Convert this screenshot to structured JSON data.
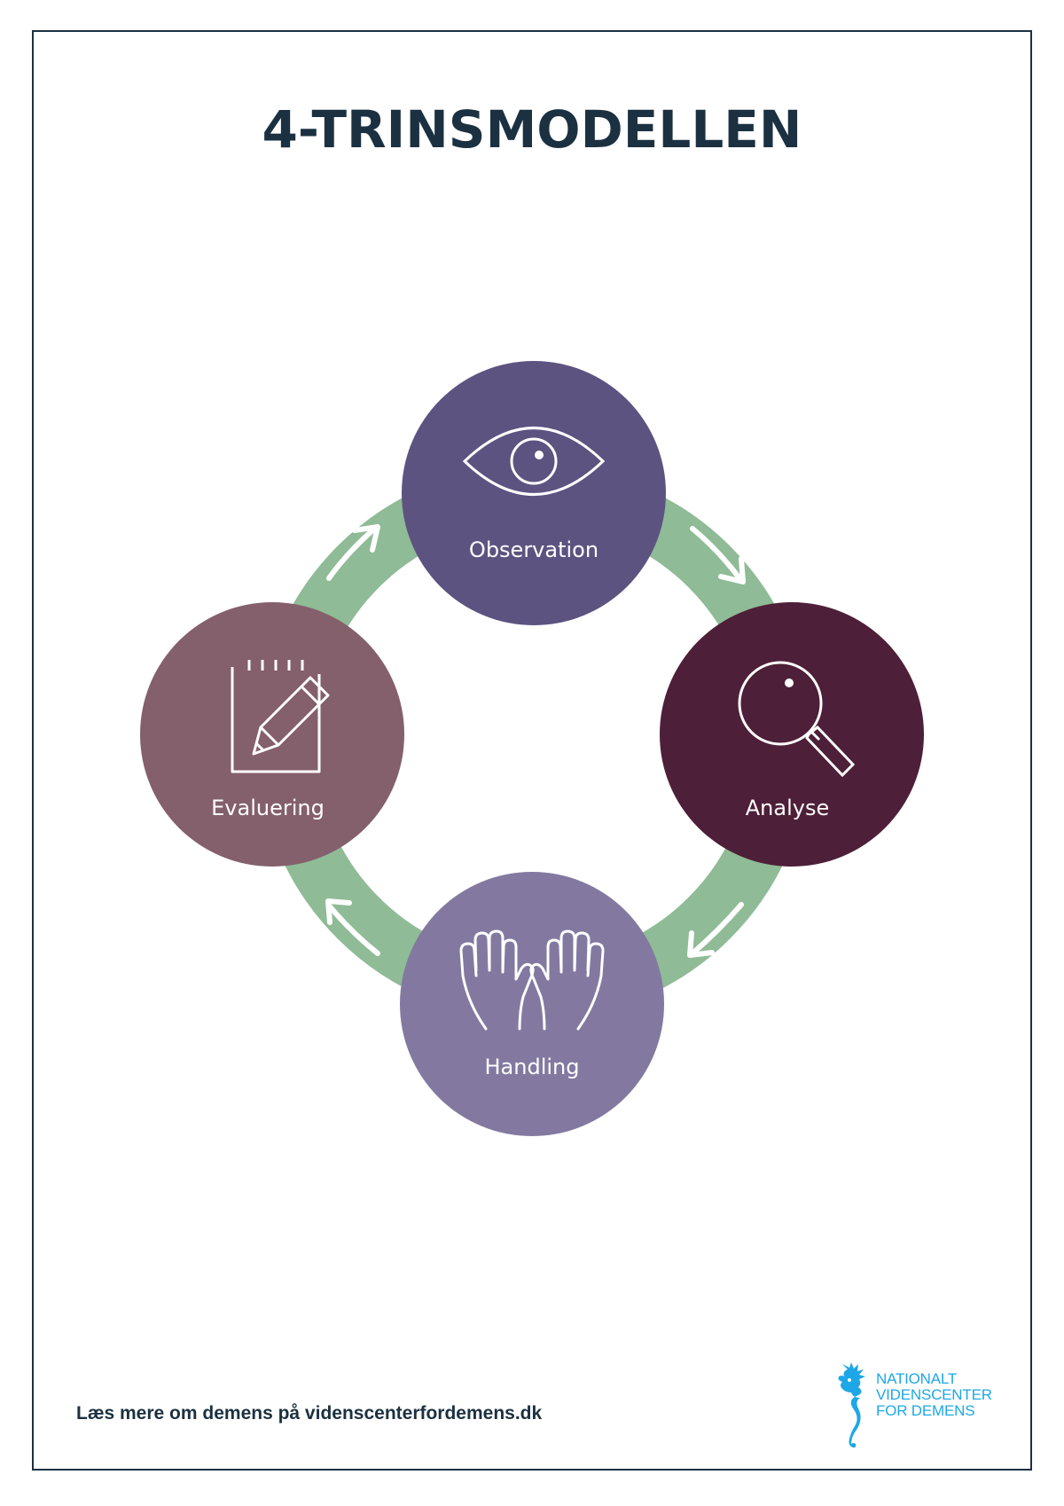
{
  "title": "4-TRINSMODELLEN",
  "colors": {
    "ring": "#8fbb96",
    "observation": "#5d5380",
    "analyse": "#4e1f38",
    "handling": "#8379a0",
    "evaluering": "#845f6c",
    "text_dark": "#1b3141",
    "logo_blue": "#1ea7e6"
  },
  "steps": [
    {
      "id": "observation",
      "label": "Observation",
      "icon": "eye-icon"
    },
    {
      "id": "analyse",
      "label": "Analyse",
      "icon": "magnifying-glass-icon"
    },
    {
      "id": "handling",
      "label": "Handling",
      "icon": "hands-icon"
    },
    {
      "id": "evaluering",
      "label": "Evaluering",
      "icon": "notepad-pencil-icon"
    }
  ],
  "footer": {
    "text": "Læs mere om demens på videnscenterfordemens.dk"
  },
  "logo": {
    "line1": "NATIONALT",
    "line2": "VIDENSCENTER",
    "line3": "FOR DEMENS",
    "icon": "seahorse-icon"
  }
}
